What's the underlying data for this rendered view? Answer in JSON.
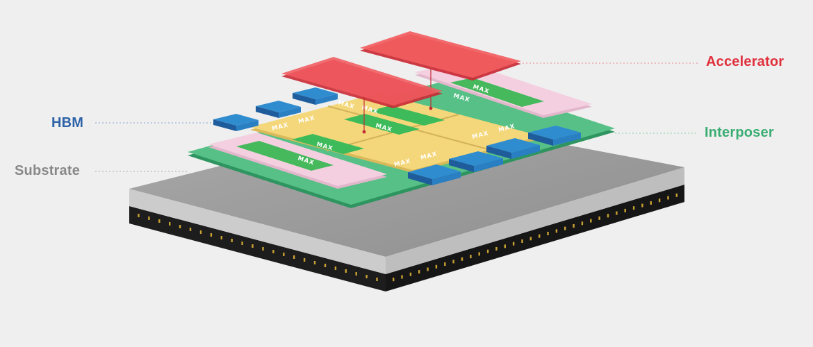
{
  "labels": {
    "accelerator": "Accelerator",
    "interposer": "Interposer",
    "hbm": "HBM",
    "substrate": "Substrate"
  },
  "die_label": "MAX",
  "colors": {
    "background": "#efefef",
    "accelerator": "#e0303c",
    "interposer": "#3aad72",
    "hbm": "#2e63a8",
    "substrate": "#888888",
    "die_yellow": "#f4d77a",
    "die_block": "#3dbb5a",
    "pink_die": "#f3cfe0",
    "hbm_top": "#2f8ccf"
  }
}
